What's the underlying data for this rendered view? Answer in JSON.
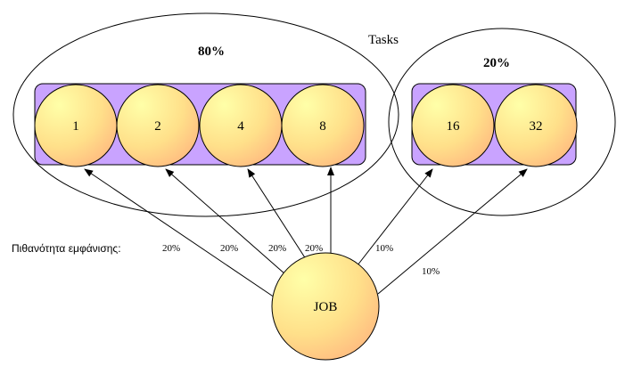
{
  "title": "Tasks",
  "groups": [
    {
      "percent": "80%",
      "tasks": [
        "1",
        "2",
        "4",
        "8"
      ]
    },
    {
      "percent": "20%",
      "tasks": [
        "16",
        "32"
      ]
    }
  ],
  "job_label": "JOB",
  "probability_label": "Πιθανότητα εμφάνισης:",
  "edge_probabilities": [
    "20%",
    "20%",
    "20%",
    "20%",
    "10%",
    "10%"
  ],
  "colors": {
    "task_strip": "#c9a3ff",
    "node_light": "#ffff99",
    "node_dark": "#ffc080",
    "stroke": "#000000"
  }
}
